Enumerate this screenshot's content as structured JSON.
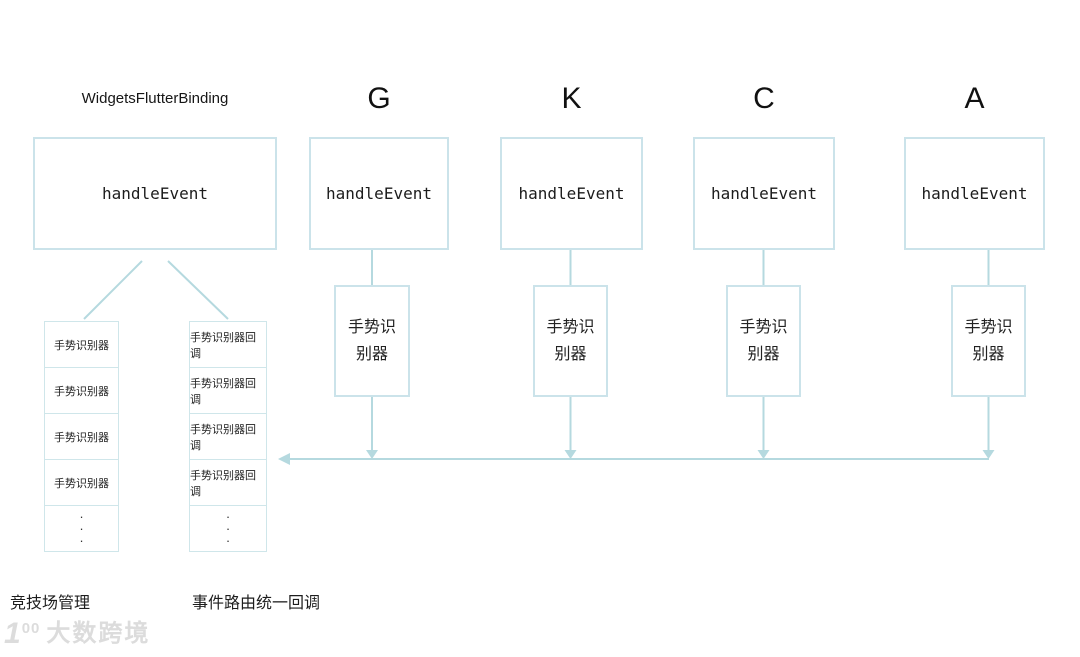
{
  "colors": {
    "box_border": "#cbe3ea",
    "line": "#b5d9df",
    "text": "#1a1a1a",
    "watermark": "#dcdcdc"
  },
  "main": {
    "title": "WidgetsFlutterBinding",
    "box_label": "handleEvent"
  },
  "columns": [
    {
      "letter": "G",
      "box_label": "handleEvent",
      "recognizer": "手势识\n别器"
    },
    {
      "letter": "K",
      "box_label": "handleEvent",
      "recognizer": "手势识\n别器"
    },
    {
      "letter": "C",
      "box_label": "handleEvent",
      "recognizer": "手势识\n别器"
    },
    {
      "letter": "A",
      "box_label": "handleEvent",
      "recognizer": "手势识\n别器"
    }
  ],
  "arena_list": {
    "items": [
      "手势识别器",
      "手势识别器",
      "手势识别器",
      "手势识别器"
    ],
    "ellipsis": "·\n·\n·",
    "caption": "竞技场管理"
  },
  "callback_list": {
    "items": [
      "手势识别器回调",
      "手势识别器回调",
      "手势识别器回调",
      "手势识别器回调"
    ],
    "ellipsis": "·\n·\n·",
    "caption": "事件路由统一回调"
  },
  "watermark": {
    "logo_one": "1",
    "logo_oo": "00",
    "text": "大数跨境"
  }
}
